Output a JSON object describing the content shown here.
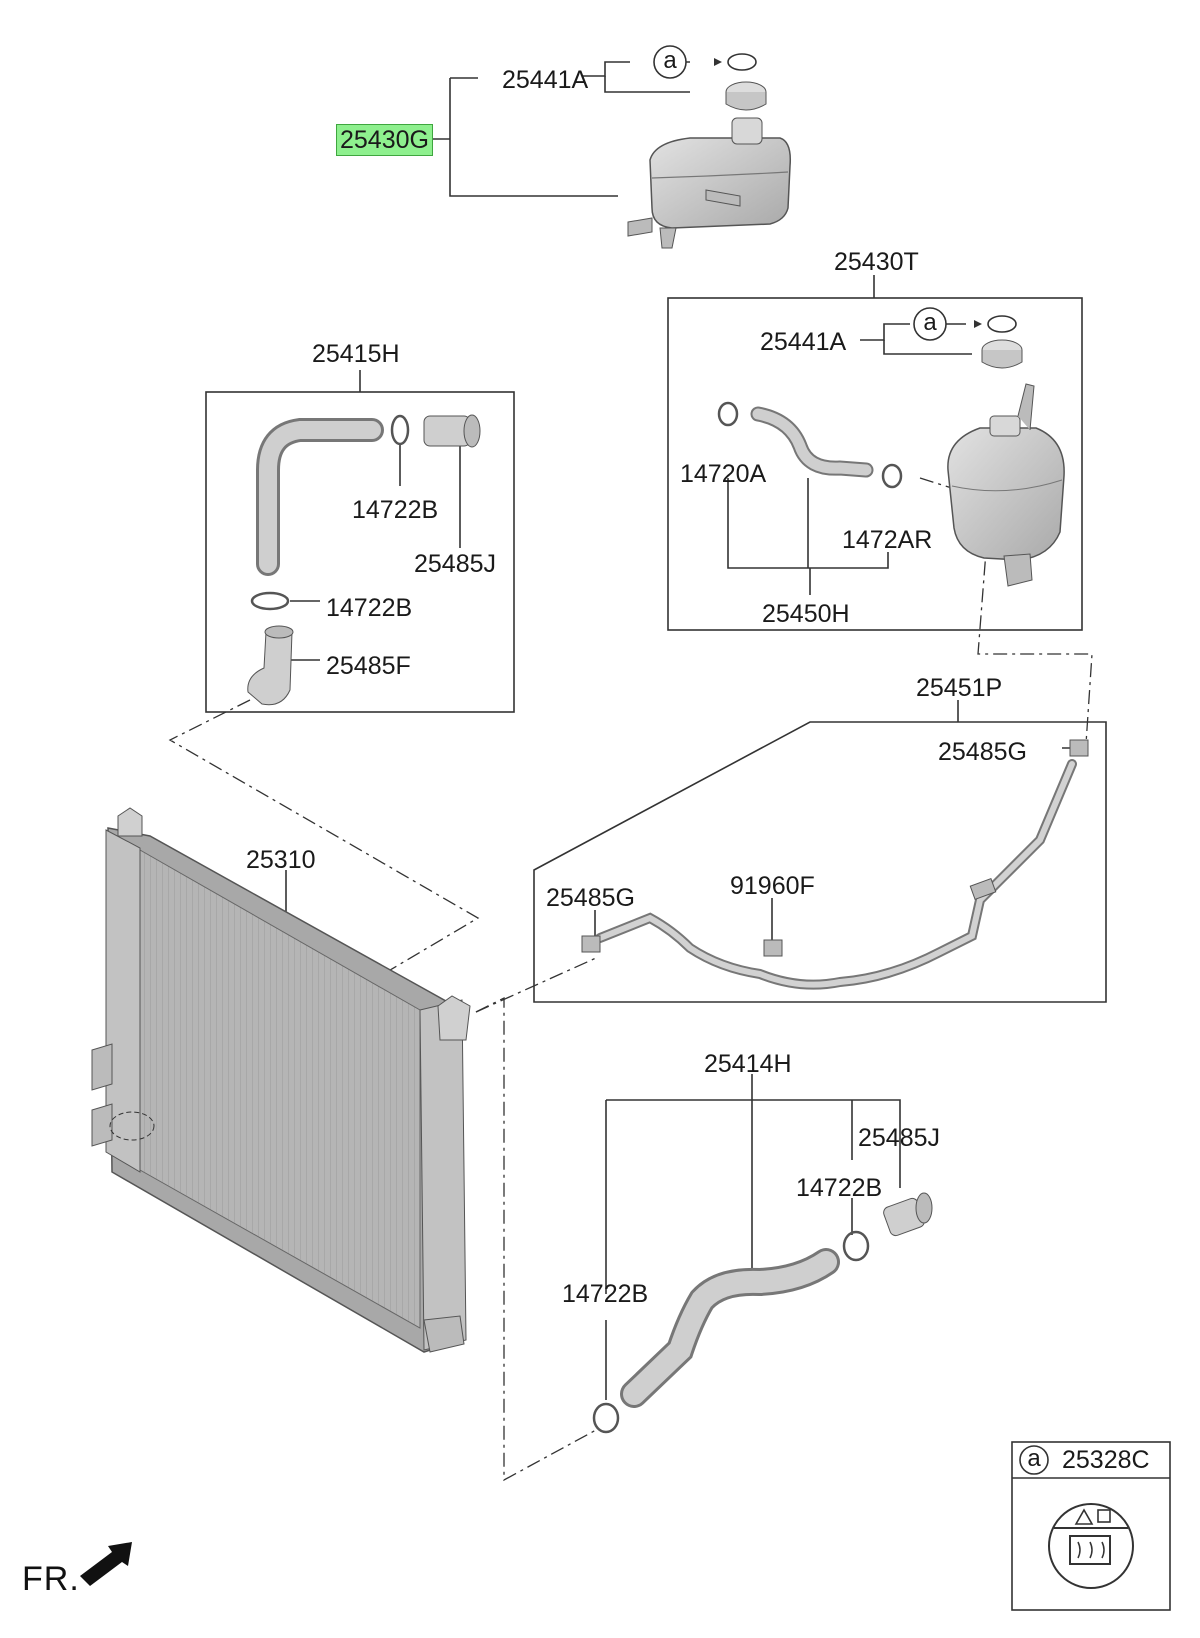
{
  "labels": {
    "p25441A_top": "25441A",
    "p25430G": "25430G",
    "p25430T": "25430T",
    "p25441A_box": "25441A",
    "p14720A": "14720A",
    "p1472AR": "1472AR",
    "p25450H": "25450H",
    "p25415H": "25415H",
    "p14722B_upper": "14722B",
    "p25485J_upper": "25485J",
    "p14722B_mid": "14722B",
    "p25485F": "25485F",
    "p25451P": "25451P",
    "p25485G_right": "25485G",
    "p25485G_left": "25485G",
    "p91960F": "91960F",
    "p25310": "25310",
    "p25414H": "25414H",
    "p25485J_lower": "25485J",
    "p14722B_lower_right": "14722B",
    "p14722B_lower_left": "14722B",
    "p25328C": "25328C"
  },
  "circle_markers": {
    "a_top": "a",
    "a_box": "a",
    "a_legend": "a"
  },
  "direction_label": "FR.",
  "highlight": {
    "part": "25430G",
    "color": "#8ef08e"
  },
  "colors": {
    "part_fill": "#c9c9c9",
    "part_dark": "#8a8a8a",
    "line": "#333333"
  }
}
